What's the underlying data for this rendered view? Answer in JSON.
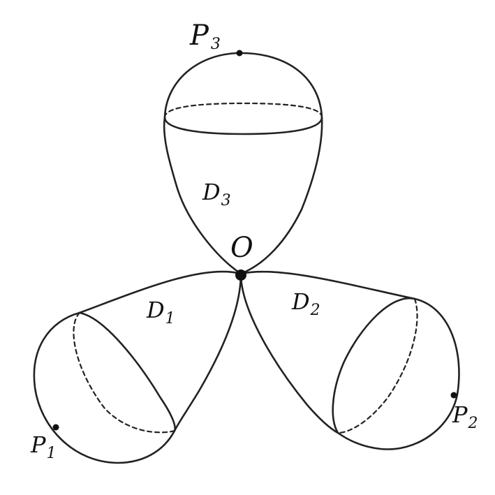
{
  "diagram": {
    "labels": {
      "origin": "O",
      "d1": {
        "main": "D",
        "sub": "1"
      },
      "d2": {
        "main": "D",
        "sub": "2"
      },
      "d3": {
        "main": "D",
        "sub": "3"
      },
      "p1": {
        "main": "P",
        "sub": "1"
      },
      "p2": {
        "main": "P",
        "sub": "2"
      },
      "p3": {
        "main": "P",
        "sub": "3"
      }
    },
    "colors": {
      "stroke": "#222222",
      "background": "#ffffff"
    }
  }
}
